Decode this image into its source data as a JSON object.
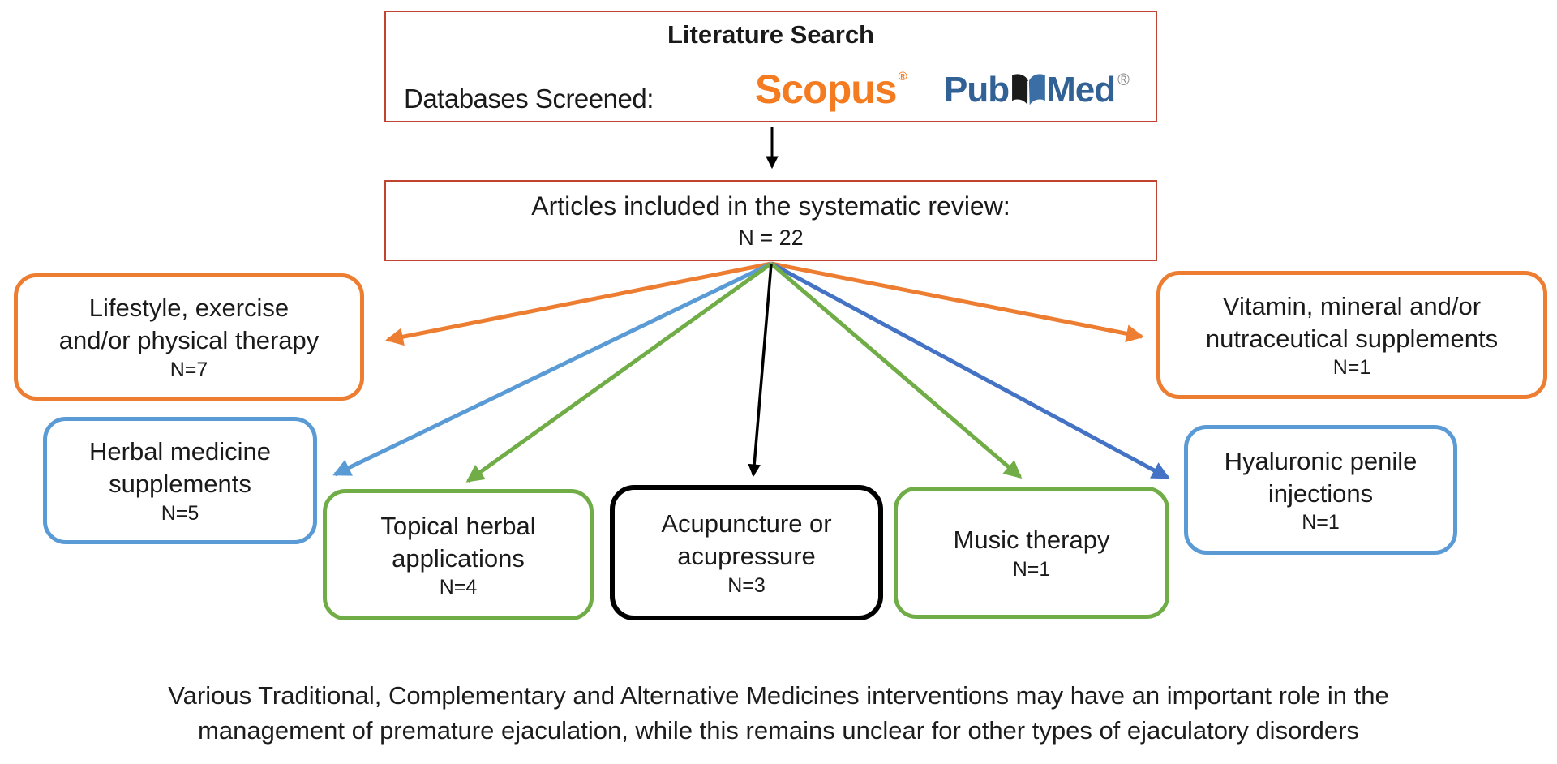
{
  "header_box": {
    "title": "Literature Search",
    "databases_label": "Databases Screened:",
    "scopus_text": "Scopus",
    "scopus_reg": "®",
    "pubmed_pub": "Pub",
    "pubmed_med": "Med",
    "pubmed_reg": "®"
  },
  "included_box": {
    "line1": "Articles included in the systematic review:",
    "line2": "N = 22"
  },
  "categories": [
    {
      "id": "lifestyle",
      "line1": "Lifestyle, exercise",
      "line2": "and/or physical therapy",
      "count": "N=7",
      "border_color": "#ED7D31"
    },
    {
      "id": "vitamin",
      "line1": "Vitamin, mineral and/or",
      "line2": "nutraceutical supplements",
      "count": "N=1",
      "border_color": "#ED7D31"
    },
    {
      "id": "herbal",
      "line1": "Herbal medicine",
      "line2": "supplements",
      "count": "N=5",
      "border_color": "#5B9BD5"
    },
    {
      "id": "hyaluronic",
      "line1": "Hyaluronic penile",
      "line2": "injections",
      "count": "N=1",
      "border_color": "#5B9BD5"
    },
    {
      "id": "topical",
      "line1": "Topical herbal",
      "line2": "applications",
      "count": "N=4",
      "border_color": "#70AD47"
    },
    {
      "id": "acupuncture",
      "line1": "Acupuncture or",
      "line2": "acupressure",
      "count": "N=3",
      "border_color": "#000000"
    },
    {
      "id": "music",
      "line1": "Music therapy",
      "line2": "",
      "count": "N=1",
      "border_color": "#70AD47"
    }
  ],
  "caption": {
    "line1": "Various Traditional, Complementary and Alternative Medicines interventions may have an important role in the",
    "line2": "management of premature ejaculation, while this remains unclear for other types of ejaculatory disorders"
  },
  "colors": {
    "red_box_border": "#C0442F",
    "orange": "#ED7D31",
    "blue_light": "#5B9BD5",
    "blue_dark": "#4472C4",
    "green": "#70AD47",
    "black": "#000000",
    "scopus_orange": "#F47B20",
    "pubmed_blue": "#326295"
  }
}
